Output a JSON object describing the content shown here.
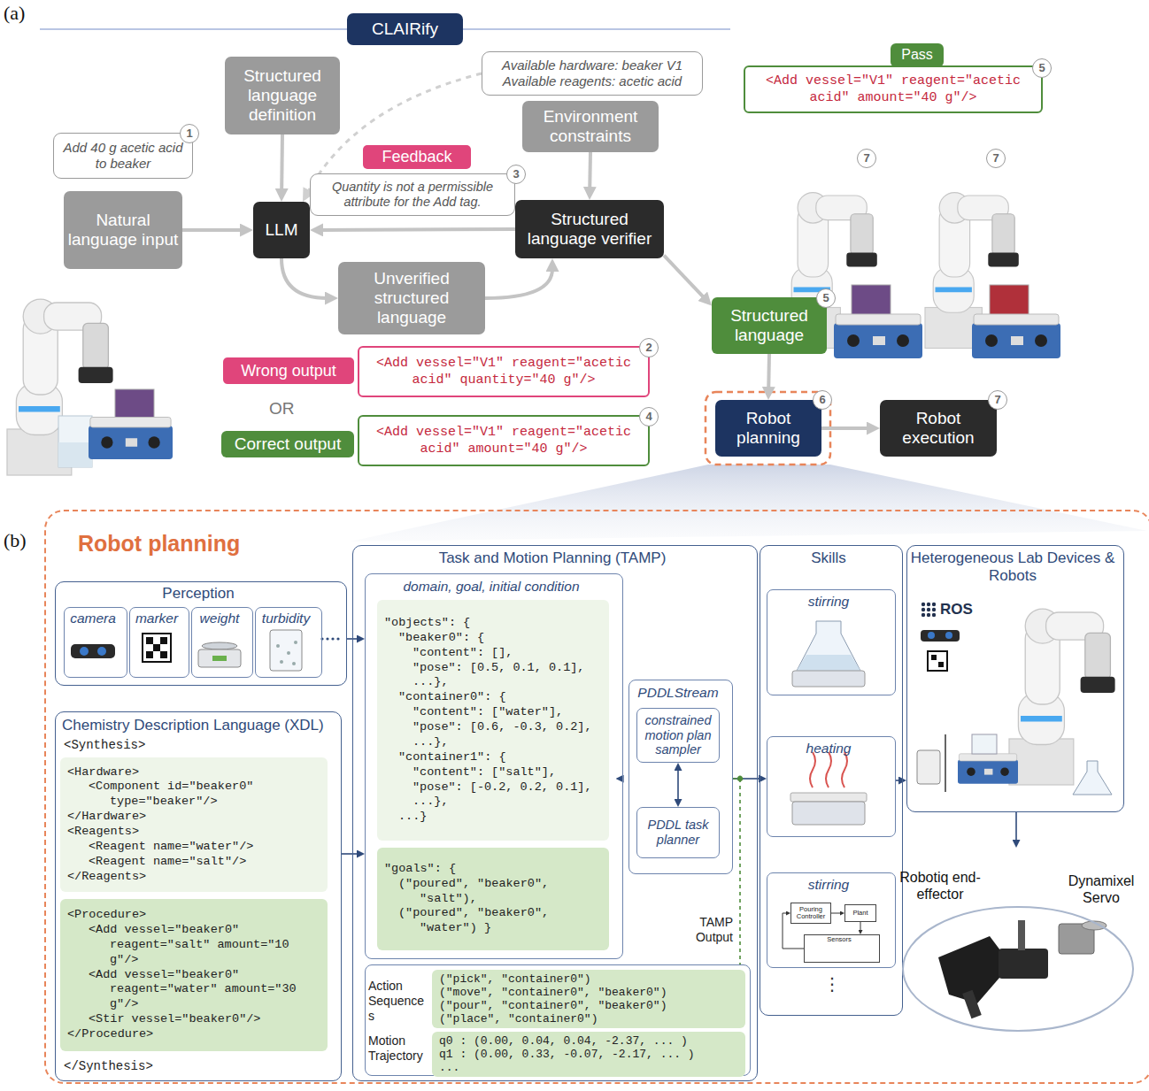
{
  "diagram": {
    "nodes": [
      {
        "text": [
          "CLAIRify"
        ]
      },
      {
        "text": [
          "Add 40 g acetic acid to beaker"
        ]
      },
      {
        "text": [
          "Natural language input"
        ]
      },
      {
        "text": [
          "Structured language definition"
        ]
      },
      {
        "text": [
          "Available hardware: beaker V1",
          "Available reagents: acetic acid"
        ]
      },
      {
        "text": [
          "Environment constraints"
        ]
      },
      {
        "text": [
          "Feedback"
        ]
      },
      {
        "text": [
          "Quantity is not a permissible attribute for the Add tag."
        ]
      },
      {
        "text": [
          "LLM"
        ]
      },
      {
        "text": [
          "Structured language verifier"
        ]
      },
      {
        "text": [
          "Unverified structured language"
        ]
      },
      {
        "text": [
          "Wrong output"
        ]
      },
      {
        "text": [
          "<Add vessel=\"V1\" reagent=\"acetic acid\" quantity=\"40 g\"/>"
        ]
      },
      {
        "text": [
          "Correct output"
        ]
      },
      {
        "text": [
          "<Add vessel=\"V1\" reagent=\"acetic acid\" amount=\"40 g\"/>"
        ]
      },
      {
        "text": [
          "Pass"
        ]
      },
      {
        "text": [
          "<Add vessel=\"V1\" reagent=\"acetic acid\" amount=\"40 g\"/>"
        ]
      },
      {
        "text": [
          "Structured language"
        ]
      },
      {
        "text": [
          "Robot planning"
        ]
      },
      {
        "text": [
          "Robot execution"
        ]
      },
      {
        "text": [
          "Robot planning"
        ]
      },
      {
        "text": [
          "Perception"
        ],
        "in": 20
      },
      {
        "text": [
          "camera"
        ],
        "in": 21
      },
      {
        "text": [
          "marker"
        ],
        "in": 21
      },
      {
        "text": [
          "weight"
        ],
        "in": 21
      },
      {
        "text": [
          "turbidity"
        ],
        "in": 21
      },
      {
        "text": [
          "Chemistry Description Language (XDL)",
          "<Synthesis>",
          "</Synthesis>"
        ],
        "in": 20
      },
      {
        "text": [
          "<Hardware>",
          "<Component id=\"beaker0\" type=\"beaker\"/>",
          "</Hardware>",
          "<Reagents>",
          "<Reagent name=\"water\"/>",
          "<Reagent name=\"salt\"/>",
          "</Reagents>"
        ],
        "in": 26
      },
      {
        "text": [
          "<Procedure>",
          "<Add vessel=\"beaker0\" reagent=\"salt\" amount=\"10 g\"/>",
          "<Add vessel=\"beaker0\" reagent=\"water\" amount=\"30 g\"/>",
          "<Stir vessel=\"beaker0\"/>",
          "</Procedure>"
        ],
        "in": 26
      },
      {
        "text": [
          "Task and Motion Planning (TAMP)"
        ],
        "in": 20
      },
      {
        "text": [
          "domain, goal, initial condition"
        ],
        "in": 29
      },
      {
        "text": [
          "\"objects\": {",
          "\"beaker0\": {",
          "\"content\": [],",
          "\"pose\": [0.5, 0.1, 0.1],",
          "...},",
          "\"container0\": {",
          "\"content\": [\"water\"],",
          "\"pose\": [0.6, -0.3, 0.2],",
          "...},",
          "\"container1\": {",
          "\"content\": [\"salt\"],",
          "\"pose\": [-0.2, 0.2, 0.1],",
          "...},",
          "...}"
        ],
        "in": 30
      },
      {
        "text": [
          "\"goals\": {",
          "(\"poured\", \"beaker0\", \"salt\"),",
          "(\"poured\", \"beaker0\", \"water\") }"
        ],
        "in": 30
      },
      {
        "text": [
          "PDDLStream"
        ],
        "in": 29
      },
      {
        "text": [
          "constrained motion plan sampler"
        ],
        "in": 33
      },
      {
        "text": [
          "PDDL task planner"
        ],
        "in": 33
      },
      {
        "text": [
          "Action Sequences",
          "Motion Trajectory"
        ],
        "in": 29
      },
      {
        "text": [
          "(\"pick\", \"container0\")",
          "(\"move\", \"container0\", \"beaker0\")",
          "(\"pour\", \"container0\", \"beaker0\")",
          "(\"place\", \"container0\")"
        ],
        "in": 36
      },
      {
        "text": [
          "q0 : (0.00, 0.04, 0.04, -2.37, ... )",
          "q1 : (0.00, 0.33, -0.07, -2.17, ... )",
          "..."
        ],
        "in": 36
      },
      {
        "text": [
          "Skills"
        ],
        "in": 20
      },
      {
        "text": [
          "stirring"
        ],
        "in": 39
      },
      {
        "text": [
          "heating"
        ],
        "in": 39
      },
      {
        "text": [
          "stirring"
        ],
        "in": 39
      },
      {
        "text": [
          "Pouring Controller"
        ],
        "in": 42
      },
      {
        "text": [
          "Plant"
        ],
        "in": 42
      },
      {
        "text": [
          "Sensors"
        ],
        "in": 42
      },
      {
        "text": [
          "Heterogeneous Lab Devices & Robots"
        ],
        "in": 20
      },
      {
        "text": [
          "Robotiq end-effector",
          "Dynamixel Servo"
        ],
        "in": 20
      }
    ],
    "edges": [
      {
        "from": 2,
        "to": 8,
        "arrow": "to"
      },
      {
        "from": 3,
        "to": 8,
        "arrow": "to"
      },
      {
        "from": 4,
        "to": 8,
        "arrow": "to"
      },
      {
        "from": 5,
        "to": 9,
        "arrow": "to"
      },
      {
        "from": 9,
        "to": 8,
        "arrow": "to"
      },
      {
        "from": 8,
        "to": 10,
        "arrow": "to"
      },
      {
        "from": 10,
        "to": 9,
        "arrow": "to"
      },
      {
        "from": 9,
        "to": 17,
        "arrow": "to"
      },
      {
        "from": 17,
        "to": 18,
        "arrow": "to"
      },
      {
        "from": 18,
        "to": 19,
        "arrow": "to"
      },
      {
        "from": 21,
        "to": 30,
        "arrow": "to"
      },
      {
        "from": 26,
        "to": 30,
        "arrow": "to"
      },
      {
        "from": 30,
        "to": 33,
        "arrow": "to"
      },
      {
        "from": 34,
        "to": 35,
        "arrow": "both"
      },
      {
        "from": 33,
        "to": 41,
        "arrow": "to"
      },
      {
        "from": 33,
        "to": 36,
        "arrow": "none"
      },
      {
        "from": 41,
        "to": 46,
        "arrow": "to"
      },
      {
        "from": 46,
        "to": 47,
        "arrow": "to"
      },
      {
        "from": 43,
        "to": 44,
        "arrow": "to"
      },
      {
        "from": 44,
        "to": 45,
        "arrow": "to"
      },
      {
        "from": 45,
        "to": 43,
        "arrow": "to"
      }
    ],
    "labels": [
      "(a)",
      "1",
      "3",
      "2",
      "OR",
      "4",
      "5",
      "7",
      "7",
      "5",
      "6",
      "7",
      "(b)",
      "ROS",
      "TAMP Output",
      "⋮"
    ]
  }
}
